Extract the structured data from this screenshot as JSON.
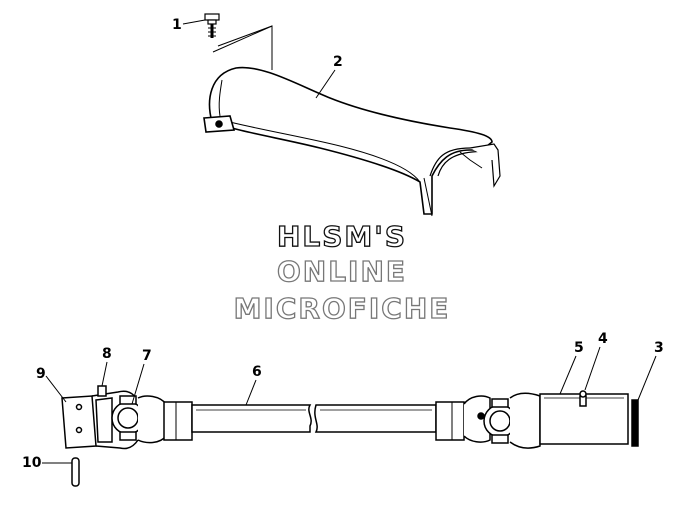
{
  "watermark": {
    "line1": "HLSM'S",
    "line2": "ONLINE",
    "line3": "MICROFICHE"
  },
  "callouts": {
    "c1": "1",
    "c2": "2",
    "c3": "3",
    "c4": "4",
    "c5": "5",
    "c6": "6",
    "c7": "7",
    "c8": "8",
    "c9": "9",
    "c10": "10"
  },
  "colors": {
    "line": "#000000",
    "watermark_dark": "#111111",
    "watermark_light": "#777777"
  }
}
